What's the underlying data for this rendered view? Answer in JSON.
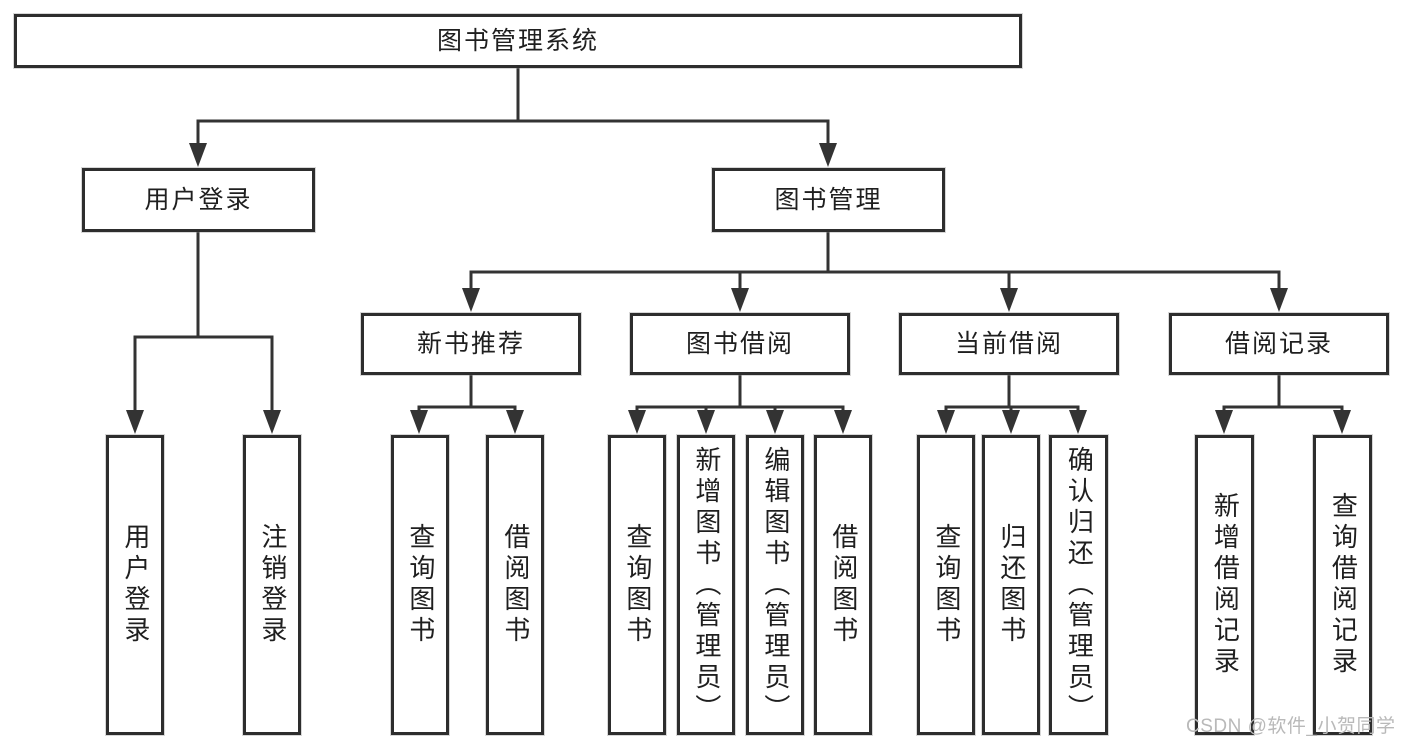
{
  "tree": {
    "root": {
      "label": "图书管理系统"
    },
    "branches": [
      {
        "label": "用户登录",
        "children": [
          {
            "label": "用户登录"
          },
          {
            "label": "注销登录"
          }
        ]
      },
      {
        "label": "图书管理",
        "children": [
          {
            "label": "新书推荐",
            "children": [
              {
                "label": "查询图书"
              },
              {
                "label": "借阅图书"
              }
            ]
          },
          {
            "label": "图书借阅",
            "children": [
              {
                "label": "查询图书"
              },
              {
                "label": "新增图书（管理员）"
              },
              {
                "label": "编辑图书（管理员）"
              },
              {
                "label": "借阅图书"
              }
            ]
          },
          {
            "label": "当前借阅",
            "children": [
              {
                "label": "查询图书"
              },
              {
                "label": "归还图书"
              },
              {
                "label": "确认归还（管理员）"
              }
            ]
          },
          {
            "label": "借阅记录",
            "children": [
              {
                "label": "新增借阅记录"
              },
              {
                "label": "查询借阅记录"
              }
            ]
          }
        ]
      }
    ]
  },
  "watermark": {
    "text": "CSDN @软件_小贺同学"
  },
  "colors": {
    "line": "#333333",
    "box_border": "#2d2d2d",
    "text": "#1f1f1f",
    "background": "#ffffff",
    "watermark": "#b9b9b9"
  }
}
